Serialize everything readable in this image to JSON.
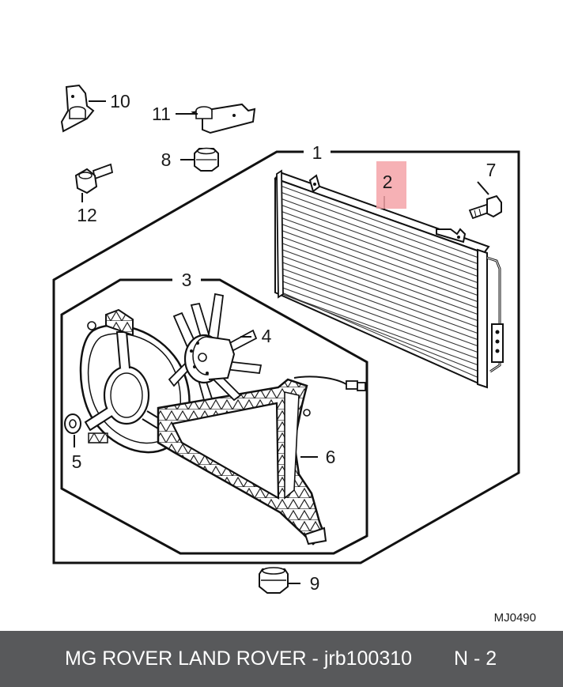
{
  "diagram": {
    "reference_code": "MJ0490",
    "highlight_color": "#f4a3a8",
    "callouts": {
      "c1": "1",
      "c2": "2",
      "c3": "3",
      "c4": "4",
      "c5": "5",
      "c6": "6",
      "c7": "7",
      "c8": "8",
      "c9": "9",
      "c10": "10",
      "c11": "11",
      "c12": "12"
    }
  },
  "footer": {
    "part_text": "MG ROVER LAND ROVER - jrb100310",
    "page_text": "N - 2"
  }
}
